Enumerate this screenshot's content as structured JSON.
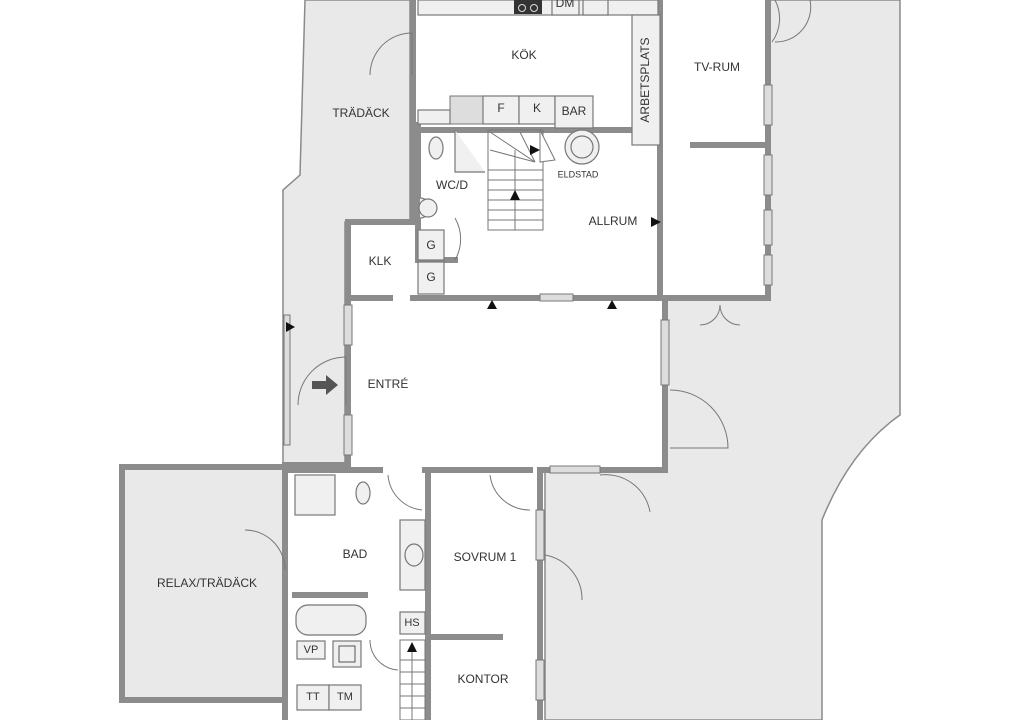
{
  "rooms": {
    "kok": "KÖK",
    "tv_rum": "TV-RUM",
    "tradack": "TRÄDÄCK",
    "arbetsplats": "ARBETSPLATS",
    "allrum": "ALLRUM",
    "eldstad": "ELDSTAD",
    "wc_d": "WC/D",
    "klk": "KLK",
    "entre": "ENTRÉ",
    "bad": "BAD",
    "sovrum1": "SOVRUM 1",
    "kontor": "KONTOR",
    "relax_tradack": "RELAX/TRÄDÄCK"
  },
  "fixtures": {
    "dm": "DM",
    "f": "F",
    "k": "K",
    "bar": "BAR",
    "g1": "G",
    "g2": "G",
    "hs": "HS",
    "vp": "VP",
    "tt": "TT",
    "tm": "TM"
  },
  "colors": {
    "outdoor": "#e9e9e9",
    "wall": "#8c8c8c"
  }
}
